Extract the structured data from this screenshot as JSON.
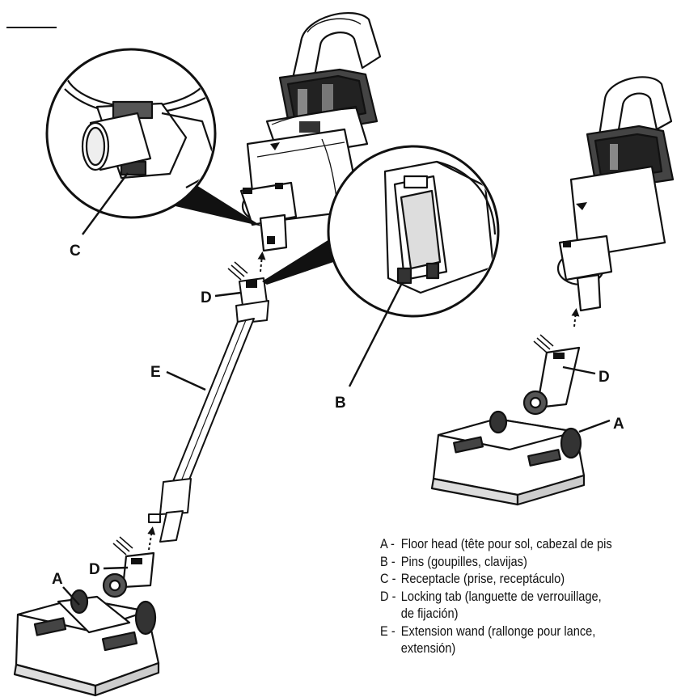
{
  "callouts": {
    "a_left": "A",
    "d_lower": "D",
    "e": "E",
    "d_upper": "D",
    "c": "C",
    "b": "B",
    "d_right": "D",
    "a_right": "A"
  },
  "legend": [
    {
      "key": "A -",
      "text": "Floor head (tête pour sol, cabezal de pis",
      "cont": ""
    },
    {
      "key": "B -",
      "text": "Pins (goupilles, clavijas)",
      "cont": ""
    },
    {
      "key": "C -",
      "text": "Receptacle (prise, receptáculo)",
      "cont": ""
    },
    {
      "key": "D -",
      "text": "Locking tab (languette de verrouillage,",
      "cont": "de fijación)"
    },
    {
      "key": "E -",
      "text": "Extension wand (rallonge pour lance,",
      "cont": "extensión)"
    }
  ]
}
